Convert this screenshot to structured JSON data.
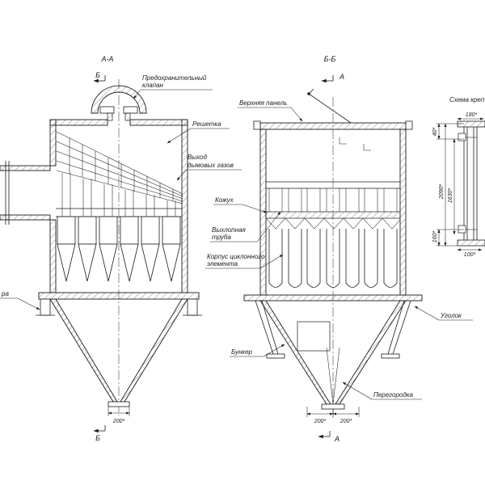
{
  "page": {
    "background": "#ffffff",
    "ink": "#1c1c1c"
  },
  "views": {
    "section_aa": {
      "title": "А-А",
      "marker_top": "Б",
      "marker_bottom": "Б",
      "label_safety_valve_1": "Предохранительный",
      "label_safety_valve_2": "клапан",
      "label_grate": "Решетка",
      "label_gas_exit_1": "Выход",
      "label_gas_exit_2": "дымовых газов",
      "label_support_partial": "ра",
      "dim_outlet": "200*"
    },
    "section_bb": {
      "title": "Б-Б",
      "marker_top": "А",
      "marker_bottom": "А",
      "label_top_panel": "Верхняя панель",
      "label_casing": "Кожух",
      "label_exhaust_1": "Выхлопная",
      "label_exhaust_2": "труба",
      "label_cyclone_1": "Корпус циклонного",
      "label_cyclone_2": "элемента",
      "label_hopper": "Бункер",
      "label_angle": "Уголок",
      "label_partition": "Перегородка",
      "dim_outlet_left": "200*",
      "dim_outlet_right": "200*"
    },
    "mount_detail": {
      "title": "Схема креп",
      "dim_180": "180*",
      "dim_40": "40*",
      "dim_2090": "2090*",
      "dim_1630": "1630*",
      "dim_160": "160*",
      "dim_100": "100*"
    }
  }
}
